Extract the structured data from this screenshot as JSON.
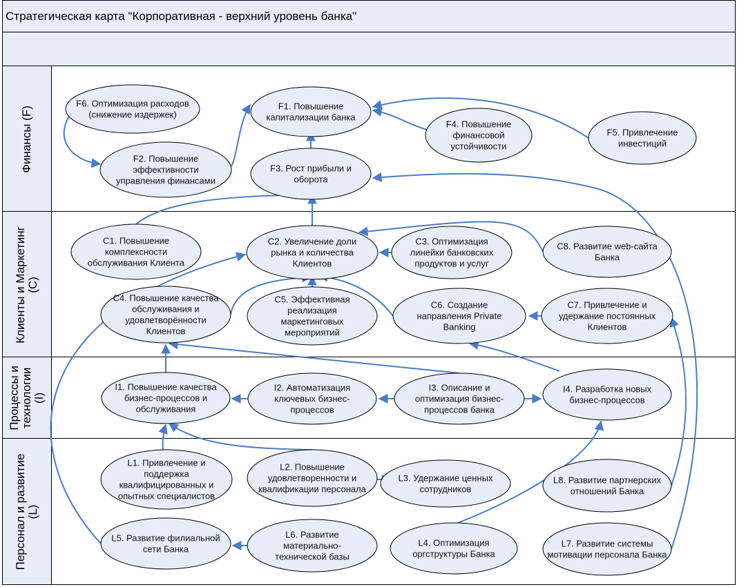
{
  "title": "Стратегическая карта \"Корпоративная - верхний уровень банка\"",
  "colors": {
    "header_bg": "#e6edf7",
    "node_fill": "#e6edf7",
    "node_stroke": "#000000",
    "arrow": "#4a7cc2"
  },
  "lanes": [
    {
      "id": "F",
      "label_lines": [
        "Финансы (F)"
      ]
    },
    {
      "id": "C",
      "label_lines": [
        "Клиенты и Маркетинг",
        "(C)"
      ]
    },
    {
      "id": "I",
      "label_lines": [
        "Процессы и",
        "технологии",
        "(I)"
      ]
    },
    {
      "id": "L",
      "label_lines": [
        "Персонал и развитие",
        "(L)"
      ]
    }
  ],
  "nodes": [
    {
      "id": "F1",
      "lines": [
        "F1. Повышение",
        "капитализации банка"
      ]
    },
    {
      "id": "F2",
      "lines": [
        "F2. Повышение",
        "эффективности",
        "управления финансами"
      ]
    },
    {
      "id": "F3",
      "lines": [
        "F3. Рост прибыли и",
        "оборота"
      ]
    },
    {
      "id": "F4",
      "lines": [
        "F4. Повышение",
        "финансовой",
        "устойчивости"
      ]
    },
    {
      "id": "F5",
      "lines": [
        "F5. Привлечение",
        "инвестиций"
      ]
    },
    {
      "id": "F6",
      "lines": [
        "F6. Оптимизация расходов",
        "(снижение издержек)"
      ]
    },
    {
      "id": "C1",
      "lines": [
        "C1. Повышение",
        "комплексности",
        "обслуживания Клиента"
      ]
    },
    {
      "id": "C2",
      "lines": [
        "C2. Увеличение доли",
        "рынка и количества",
        "Клиентов"
      ]
    },
    {
      "id": "C3",
      "lines": [
        "C3. Оптимизация",
        "линейки банковских",
        "продуктов и услуг"
      ]
    },
    {
      "id": "C4",
      "lines": [
        "C4. Повышение качества",
        "обслуживания и",
        "удовлетворённости",
        "Клиентов"
      ]
    },
    {
      "id": "C5",
      "lines": [
        "C5. Эффективная",
        "реализация",
        "маркетинговых",
        "мероприятий"
      ]
    },
    {
      "id": "C6",
      "lines": [
        "C6. Создание",
        "направления Private",
        "Banking"
      ]
    },
    {
      "id": "C7",
      "lines": [
        "C7. Привлечение и",
        "удержание постоянных",
        "Клиентов"
      ]
    },
    {
      "id": "C8",
      "lines": [
        "C8. Развитие web-сайта",
        "Банка"
      ]
    },
    {
      "id": "I1",
      "lines": [
        "I1. Повышение качества",
        "бизнес-процессов и",
        "обслуживания"
      ]
    },
    {
      "id": "I2",
      "lines": [
        "I2. Автоматизация",
        "ключевых бизнес-",
        "процессов"
      ]
    },
    {
      "id": "I3",
      "lines": [
        "I3. Описание и",
        "оптимизация бизнес-",
        "процессов банка"
      ]
    },
    {
      "id": "I4",
      "lines": [
        "I4. Разработка новых",
        "бизнес-процессов"
      ]
    },
    {
      "id": "L1",
      "lines": [
        "L1. Привлечение и",
        "поддержка",
        "квалифицированных и",
        "опытных специалистов"
      ]
    },
    {
      "id": "L2",
      "lines": [
        "L2. Повышение",
        "удовлетворенности и",
        "квалификации персонала"
      ]
    },
    {
      "id": "L3",
      "lines": [
        "L3. Удержание ценных",
        "сотрудников"
      ]
    },
    {
      "id": "L4",
      "lines": [
        "L4. Оптимизация",
        "оргструктуры Банка"
      ]
    },
    {
      "id": "L5",
      "lines": [
        "L5. Развитие филиальной",
        "сети Банка"
      ]
    },
    {
      "id": "L6",
      "lines": [
        "L6. Развитие",
        "материально-",
        "технической базы"
      ]
    },
    {
      "id": "L7",
      "lines": [
        "L7. Развитие системы",
        "мотивации персонала Банка"
      ]
    },
    {
      "id": "L8",
      "lines": [
        "L8. Развитие партнерских",
        "отношений Банка"
      ]
    }
  ],
  "edges": [
    {
      "from": "F6",
      "to": "F2"
    },
    {
      "from": "F2",
      "to": "F1"
    },
    {
      "from": "F3",
      "to": "F1"
    },
    {
      "from": "F4",
      "to": "F1"
    },
    {
      "from": "F5",
      "to": "F1"
    },
    {
      "from": "C1",
      "to": "F3"
    },
    {
      "from": "C2",
      "to": "F3"
    },
    {
      "from": "L7",
      "to": "F3"
    },
    {
      "from": "C3",
      "to": "C2"
    },
    {
      "from": "C8",
      "to": "C2"
    },
    {
      "from": "C4",
      "to": "C2"
    },
    {
      "from": "C5",
      "to": "C2"
    },
    {
      "from": "C6",
      "to": "C2"
    },
    {
      "from": "L5",
      "to": "C2"
    },
    {
      "from": "C7",
      "to": "C6"
    },
    {
      "from": "I4",
      "to": "C6"
    },
    {
      "from": "I1",
      "to": "C4"
    },
    {
      "from": "I3",
      "to": "C4"
    },
    {
      "from": "I2",
      "to": "I1"
    },
    {
      "from": "I3",
      "to": "I2"
    },
    {
      "from": "I3",
      "to": "I4"
    },
    {
      "from": "L1",
      "to": "I1"
    },
    {
      "from": "L2",
      "to": "I1"
    },
    {
      "from": "L2",
      "to": "L3"
    },
    {
      "from": "L6",
      "to": "L5"
    },
    {
      "from": "L4",
      "to": "I4"
    },
    {
      "from": "L8",
      "to": "C7"
    }
  ]
}
